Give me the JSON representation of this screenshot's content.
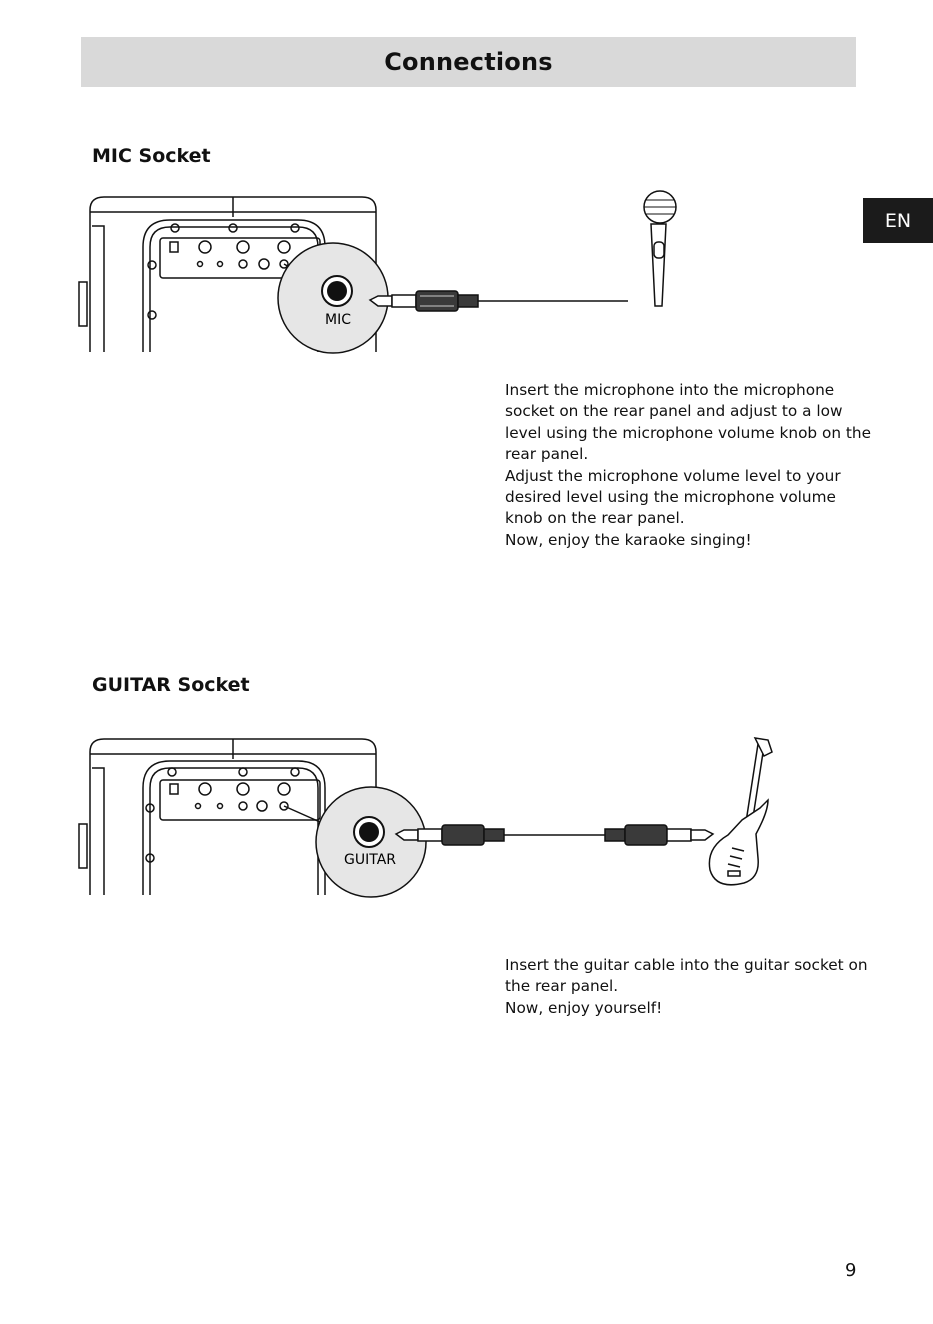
{
  "header": {
    "title": "Connections"
  },
  "language_tab": "EN",
  "sections": [
    {
      "heading": "MIC Socket",
      "callout_label": "MIC",
      "paragraphs": [
        "Insert the microphone into the microphone socket on the rear panel and adjust to a low level using the microphone volume knob on the rear panel.",
        "Adjust the microphone volume level to your desired level using the microphone volume knob on the rear panel.",
        "Now, enjoy the karaoke singing!"
      ]
    },
    {
      "heading": "GUITAR Socket",
      "callout_label": "GUITAR",
      "paragraphs": [
        "Insert the guitar cable into the guitar socket on the rear panel.",
        "Now, enjoy yourself!"
      ]
    }
  ],
  "page_number": "9"
}
